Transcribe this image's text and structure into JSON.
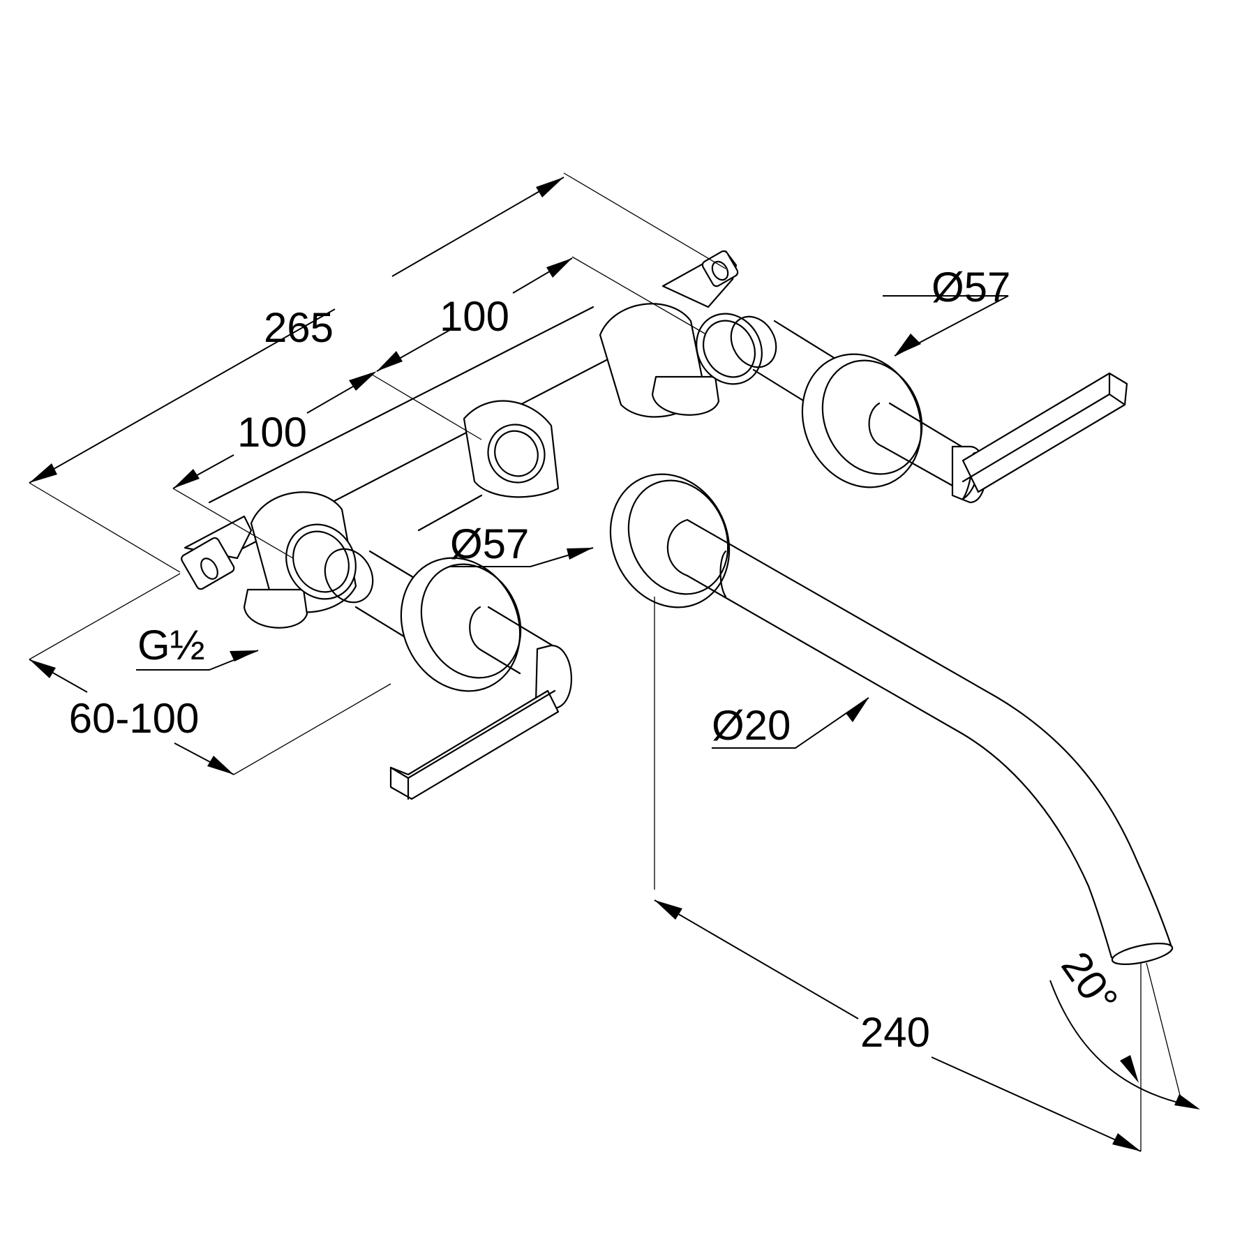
{
  "dimensions": {
    "overall_width": "265",
    "spacing_upper": "100",
    "spacing_lower": "100",
    "rosette_right_diameter": "Ø57",
    "rosette_center_diameter": "Ø57",
    "spout_diameter": "Ø20",
    "connection_thread": "G½",
    "wall_depth_range": "60-100",
    "spout_projection": "240",
    "spout_angle": "20°"
  }
}
